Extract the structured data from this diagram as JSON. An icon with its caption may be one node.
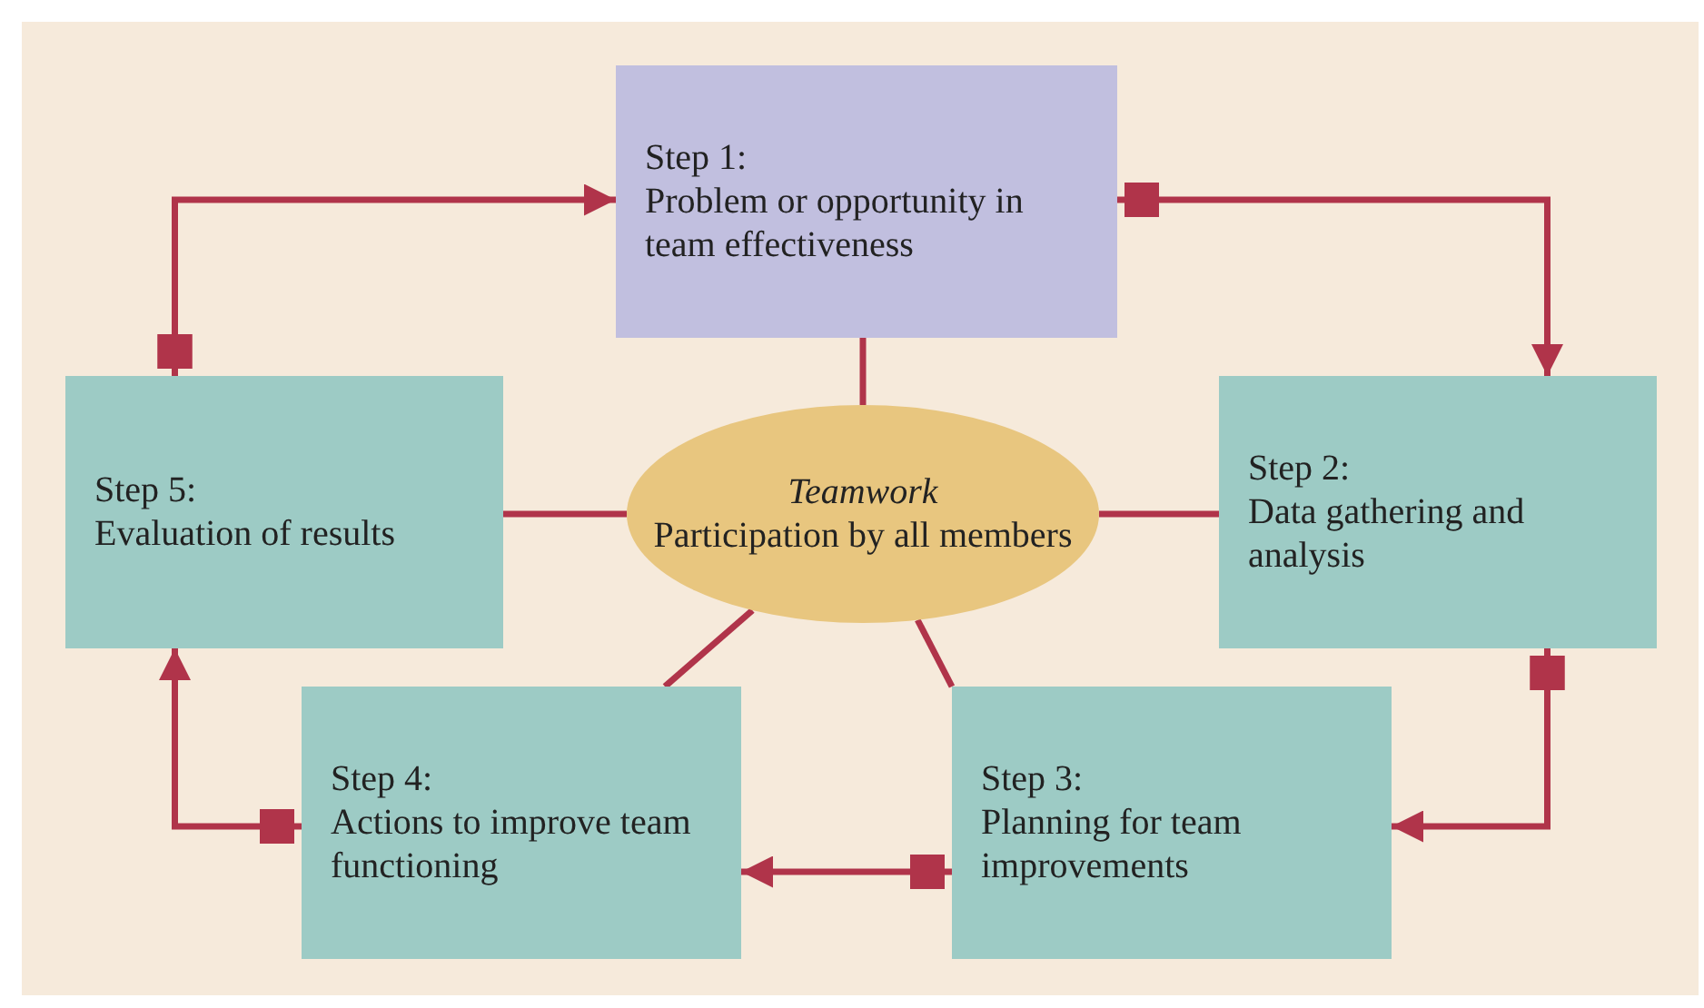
{
  "diagram": {
    "nodes": [
      {
        "text": [
          "Step 1:",
          "Problem or opportunity in team effectiveness"
        ]
      },
      {
        "text": [
          "Step 5:",
          "Evaluation of results"
        ]
      },
      {
        "text": [
          "Teamwork",
          "Participation by all members"
        ]
      },
      {
        "text": [
          "Step 2:",
          "Data gathering and analysis"
        ]
      },
      {
        "text": [
          "Step 4:",
          "Actions to improve team functioning"
        ]
      },
      {
        "text": [
          "Step 3:",
          "Planning for team improvements"
        ]
      }
    ],
    "edges": [
      {
        "from": 0,
        "to": 3,
        "arrow": "to"
      },
      {
        "from": 3,
        "to": 5,
        "arrow": "to"
      },
      {
        "from": 5,
        "to": 4,
        "arrow": "to"
      },
      {
        "from": 4,
        "to": 1,
        "arrow": "to"
      },
      {
        "from": 1,
        "to": 0,
        "arrow": "to"
      },
      {
        "from": 2,
        "to": 0,
        "arrow": "none"
      },
      {
        "from": 2,
        "to": 1,
        "arrow": "none"
      },
      {
        "from": 2,
        "to": 3,
        "arrow": "none"
      },
      {
        "from": 2,
        "to": 4,
        "arrow": "none"
      },
      {
        "from": 2,
        "to": 5,
        "arrow": "none"
      }
    ]
  }
}
